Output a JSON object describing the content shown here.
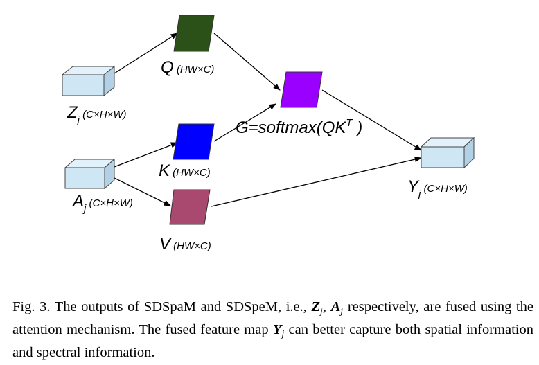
{
  "nodes": {
    "z": {
      "letter": "Z",
      "sub": "j",
      "dims": " (C×H×W)"
    },
    "a": {
      "letter": "A",
      "sub": "j",
      "dims": " (C×H×W)"
    },
    "y": {
      "letter": "Y",
      "sub": "j",
      "dims": " (C×H×W)"
    },
    "q": {
      "letter": "Q",
      "dims": " (HW×C)"
    },
    "k": {
      "letter": "K",
      "dims": " (HW×C)"
    },
    "v": {
      "letter": "V",
      "dims": " (HW×C)"
    },
    "g": {
      "text_pre": "G=softmax(QK",
      "sup": "T",
      "text_post": " )"
    }
  },
  "colors": {
    "cube_front": "#cfe6f5",
    "cube_top": "#e3f1fa",
    "cube_side": "#b3d1e6",
    "q": "#2b5118",
    "k": "#0000ff",
    "v": "#a9496f",
    "g": "#9a00ff"
  },
  "caption": {
    "fig": "Fig. 3.",
    "t1": "  The outputs of SDSpaM and SDSpeM, i.e., ",
    "z": "Z",
    "zs": "j",
    "comma": ", ",
    "a": "A",
    "as": "j",
    "t2": " respectively, are fused using the attention mechanism. The fused feature map ",
    "y": "Y",
    "ys": "j",
    "t3": " can better capture both spatial information and spectral information."
  }
}
